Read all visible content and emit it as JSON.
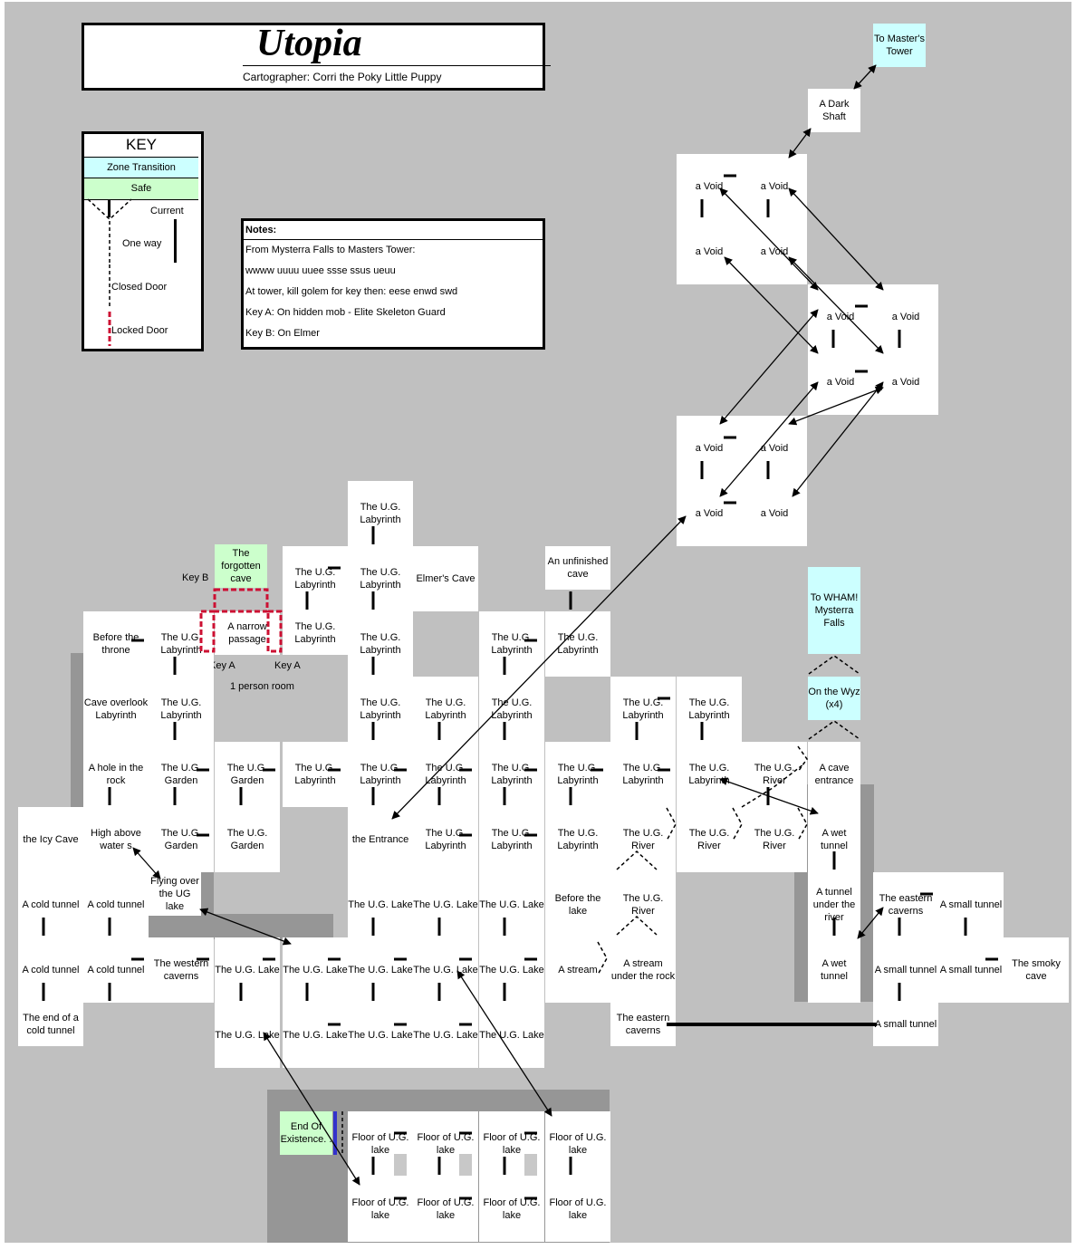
{
  "map": {
    "title": "Utopia",
    "cartographer": "Cartographer: Corri the Poky Little Puppy",
    "key": {
      "heading": "KEY",
      "zone_transition": "Zone Transition",
      "safe": "Safe",
      "current": "Current",
      "one_way": "One way",
      "closed_door": "Closed Door",
      "locked_door": "Locked Door"
    },
    "notes": {
      "heading": "Notes:",
      "lines": [
        "From Mysterra Falls to Masters Tower:",
        "wwww uuuu uuee ssse ssus ueuu",
        "At tower, kill golem for key then: eese enwd swd",
        "Key A: On hidden mob - Elite Skeleton Guard",
        "Key B: On Elmer"
      ]
    },
    "labels": {
      "key_b": "Key B",
      "key_a_left": "Key A",
      "key_a_right": "Key A",
      "one_person_room": "1 person room"
    },
    "rooms": [
      {
        "id": "tower",
        "name": "To Master's Tower",
        "type": "zone"
      },
      {
        "id": "shaft",
        "name": "A Dark Shaft",
        "type": "normal"
      },
      {
        "id": "v1",
        "name": "a Void",
        "type": "normal"
      },
      {
        "id": "v2",
        "name": "a Void",
        "type": "normal"
      },
      {
        "id": "v3",
        "name": "a Void",
        "type": "normal"
      },
      {
        "id": "v4",
        "name": "a Void",
        "type": "normal"
      },
      {
        "id": "v5",
        "name": "a Void",
        "type": "normal"
      },
      {
        "id": "v6",
        "name": "a Void",
        "type": "normal"
      },
      {
        "id": "v7",
        "name": "a Void",
        "type": "normal"
      },
      {
        "id": "v8",
        "name": "a Void",
        "type": "normal"
      },
      {
        "id": "v9",
        "name": "a Void",
        "type": "normal"
      },
      {
        "id": "v10",
        "name": "a Void",
        "type": "normal"
      },
      {
        "id": "v11",
        "name": "a Void",
        "type": "normal"
      },
      {
        "id": "v12",
        "name": "a Void",
        "type": "normal"
      },
      {
        "id": "lab_top",
        "name": "The U.G. Labyrinth",
        "type": "normal"
      },
      {
        "id": "forgotten",
        "name": "The forgotten cave",
        "type": "safe"
      },
      {
        "id": "lab_a",
        "name": "The U.G. Labyrinth",
        "type": "normal"
      },
      {
        "id": "lab_b",
        "name": "The U.G. Labyrinth",
        "type": "normal"
      },
      {
        "id": "elmer",
        "name": "Elmer's Cave",
        "type": "normal"
      },
      {
        "id": "unfinished",
        "name": "An unfinished cave",
        "type": "normal"
      },
      {
        "id": "wham",
        "name": "To WHAM! Mysterra Falls",
        "type": "zone"
      },
      {
        "id": "throne",
        "name": "Before the throne",
        "type": "normal"
      },
      {
        "id": "lab_c",
        "name": "The U.G. Labyrinth",
        "type": "normal"
      },
      {
        "id": "narrow",
        "name": "A narrow passage",
        "type": "normal"
      },
      {
        "id": "lab_d",
        "name": "The U.G. Labyrinth",
        "type": "normal"
      },
      {
        "id": "lab_e",
        "name": "The U.G. Labyrinth",
        "type": "normal"
      },
      {
        "id": "lab_f",
        "name": "The U.G. Labyrinth",
        "type": "normal"
      },
      {
        "id": "lab_g",
        "name": "The U.G. Labyrinth",
        "type": "normal"
      },
      {
        "id": "overlook",
        "name": "Cave overlook Labyrinth",
        "type": "normal"
      },
      {
        "id": "lab_h",
        "name": "The U.G. Labyrinth",
        "type": "normal"
      },
      {
        "id": "lab_i",
        "name": "The U.G. Labyrinth",
        "type": "normal"
      },
      {
        "id": "lab_j",
        "name": "The U.G. Labyrinth",
        "type": "normal"
      },
      {
        "id": "lab_k",
        "name": "The U.G. Labyrinth",
        "type": "normal"
      },
      {
        "id": "lab_l",
        "name": "The U.G. Labyrinth",
        "type": "normal"
      },
      {
        "id": "lab_m",
        "name": "The U.G. Labyrinth",
        "type": "normal"
      },
      {
        "id": "wyz",
        "name": "On the Wyz (x4)",
        "type": "zone"
      },
      {
        "id": "hole",
        "name": "A hole in the rock",
        "type": "normal"
      },
      {
        "id": "garden1",
        "name": "The U.G. Garden",
        "type": "normal"
      },
      {
        "id": "garden2",
        "name": "The U.G. Garden",
        "type": "normal"
      },
      {
        "id": "lab_n",
        "name": "The U.G. Labyrinth",
        "type": "normal"
      },
      {
        "id": "lab_o",
        "name": "The U.G. Labyrinth",
        "type": "normal"
      },
      {
        "id": "lab_p",
        "name": "The U.G. Labyrinth",
        "type": "normal"
      },
      {
        "id": "lab_q",
        "name": "The U.G. Labyrinth",
        "type": "normal"
      },
      {
        "id": "lab_r",
        "name": "The U.G. Labyrinth",
        "type": "normal"
      },
      {
        "id": "lab_s",
        "name": "The U.G. Labyrinth",
        "type": "normal"
      },
      {
        "id": "lab_t",
        "name": "The U.G. Labyrinth",
        "type": "normal"
      },
      {
        "id": "river1",
        "name": "The U.G. River",
        "type": "normal"
      },
      {
        "id": "cave_ent",
        "name": "A cave entrance",
        "type": "normal"
      },
      {
        "id": "icy",
        "name": "the Icy Cave",
        "type": "normal"
      },
      {
        "id": "high",
        "name": "High above water s",
        "type": "normal"
      },
      {
        "id": "garden3",
        "name": "The U.G. Garden",
        "type": "normal"
      },
      {
        "id": "garden4",
        "name": "The U.G. Garden",
        "type": "normal"
      },
      {
        "id": "entrance",
        "name": "the Entrance",
        "type": "normal"
      },
      {
        "id": "lab_u",
        "name": "The U.G. Labyrinth",
        "type": "normal"
      },
      {
        "id": "lab_v",
        "name": "The U.G. Labyrinth",
        "type": "normal"
      },
      {
        "id": "lab_w",
        "name": "The U.G. Labyrinth",
        "type": "normal"
      },
      {
        "id": "river2",
        "name": "The U.G. River",
        "type": "normal"
      },
      {
        "id": "river3",
        "name": "The U.G. River",
        "type": "normal"
      },
      {
        "id": "river4",
        "name": "The U.G. River",
        "type": "normal"
      },
      {
        "id": "wet1",
        "name": "A wet tunnel",
        "type": "normal"
      },
      {
        "id": "cold1",
        "name": "A cold tunnel",
        "type": "normal"
      },
      {
        "id": "cold2",
        "name": "A cold tunnel",
        "type": "normal"
      },
      {
        "id": "flying",
        "name": "Flying over the UG lake",
        "type": "normal"
      },
      {
        "id": "lake1",
        "name": "The U.G. Lake",
        "type": "normal"
      },
      {
        "id": "lake2",
        "name": "The U.G. Lake",
        "type": "normal"
      },
      {
        "id": "lake3",
        "name": "The U.G. Lake",
        "type": "normal"
      },
      {
        "id": "before_lake",
        "name": "Before the lake",
        "type": "normal"
      },
      {
        "id": "river5",
        "name": "The U.G. River",
        "type": "normal"
      },
      {
        "id": "tunnel_under",
        "name": "A tunnel under the river",
        "type": "normal"
      },
      {
        "id": "eastern1",
        "name": "The eastern caverns",
        "type": "normal"
      },
      {
        "id": "small1",
        "name": "A small tunnel",
        "type": "normal"
      },
      {
        "id": "cold3",
        "name": "A cold tunnel",
        "type": "normal"
      },
      {
        "id": "cold4",
        "name": "A cold tunnel",
        "type": "normal"
      },
      {
        "id": "western",
        "name": "The western caverns",
        "type": "normal"
      },
      {
        "id": "lake4",
        "name": "The U.G. Lake",
        "type": "normal"
      },
      {
        "id": "lake5",
        "name": "The U.G. Lake",
        "type": "normal"
      },
      {
        "id": "lake6",
        "name": "The U.G. Lake",
        "type": "normal"
      },
      {
        "id": "lake7",
        "name": "The U.G. Lake",
        "type": "normal"
      },
      {
        "id": "lake8",
        "name": "The U.G. Lake",
        "type": "normal"
      },
      {
        "id": "stream1",
        "name": "A stream",
        "type": "normal"
      },
      {
        "id": "stream2",
        "name": "A stream under the rock",
        "type": "normal"
      },
      {
        "id": "wet2",
        "name": "A wet tunnel",
        "type": "normal"
      },
      {
        "id": "small2",
        "name": "A small tunnel",
        "type": "normal"
      },
      {
        "id": "small3",
        "name": "A small tunnel",
        "type": "normal"
      },
      {
        "id": "smoky",
        "name": "The smoky cave",
        "type": "normal"
      },
      {
        "id": "end_cold",
        "name": "The end of a cold tunnel",
        "type": "normal"
      },
      {
        "id": "lake9",
        "name": "The U.G. Lake",
        "type": "normal"
      },
      {
        "id": "lake10",
        "name": "The U.G. Lake",
        "type": "normal"
      },
      {
        "id": "lake11",
        "name": "The U.G. Lake",
        "type": "normal"
      },
      {
        "id": "lake12",
        "name": "The U.G. Lake",
        "type": "normal"
      },
      {
        "id": "lake13",
        "name": "The U.G. Lake",
        "type": "normal"
      },
      {
        "id": "eastern2",
        "name": "The eastern caverns",
        "type": "normal"
      },
      {
        "id": "small4",
        "name": "A small tunnel",
        "type": "normal"
      },
      {
        "id": "end_exist",
        "name": "End Of Existence. .",
        "type": "safe"
      },
      {
        "id": "floor1",
        "name": "Floor of U.G. lake",
        "type": "normal"
      },
      {
        "id": "floor2",
        "name": "Floor of U.G. lake",
        "type": "normal"
      },
      {
        "id": "floor3",
        "name": "Floor of U.G. lake",
        "type": "normal"
      },
      {
        "id": "floor4",
        "name": "Floor of U.G. lake",
        "type": "normal"
      },
      {
        "id": "floor5",
        "name": "Floor of U.G. lake",
        "type": "normal"
      },
      {
        "id": "floor6",
        "name": "Floor of U.G. lake",
        "type": "normal"
      },
      {
        "id": "floor7",
        "name": "Floor of U.G. lake",
        "type": "normal"
      },
      {
        "id": "floor8",
        "name": "Floor of U.G. lake",
        "type": "normal"
      }
    ]
  },
  "colors": {
    "background": "#c0c0c0",
    "shadow": "#969696",
    "room": "#ffffff",
    "safe": "#ccffcc",
    "zone_transition": "#ccffff",
    "one_way": "#3333cc",
    "locked_door": "#cc1133"
  }
}
